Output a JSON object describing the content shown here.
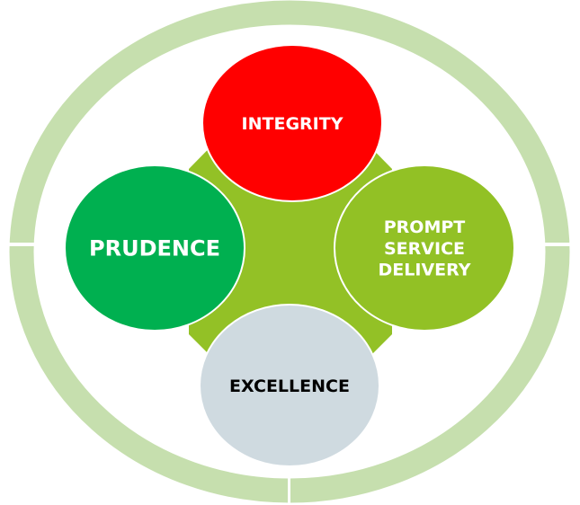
{
  "diagram": {
    "nodes": [
      {
        "id": "integrity",
        "label": [
          "INTEGRITY"
        ],
        "fill": "#ff0000",
        "text_color": "#ffffff"
      },
      {
        "id": "prudence",
        "label": [
          "PRUDENCE"
        ],
        "fill": "#00b050",
        "text_color": "#ffffff"
      },
      {
        "id": "prompt-service-delivery",
        "label": [
          "PROMPT",
          "SERVICE",
          "DELIVERY"
        ],
        "fill": "#92c125",
        "text_color": "#ffffff"
      },
      {
        "id": "excellence",
        "label": [
          "EXCELLENCE"
        ],
        "fill": "#cfdae0",
        "text_color": "#000000"
      }
    ],
    "center_fill": "#93c126",
    "ring_color": "#c6dfae"
  }
}
